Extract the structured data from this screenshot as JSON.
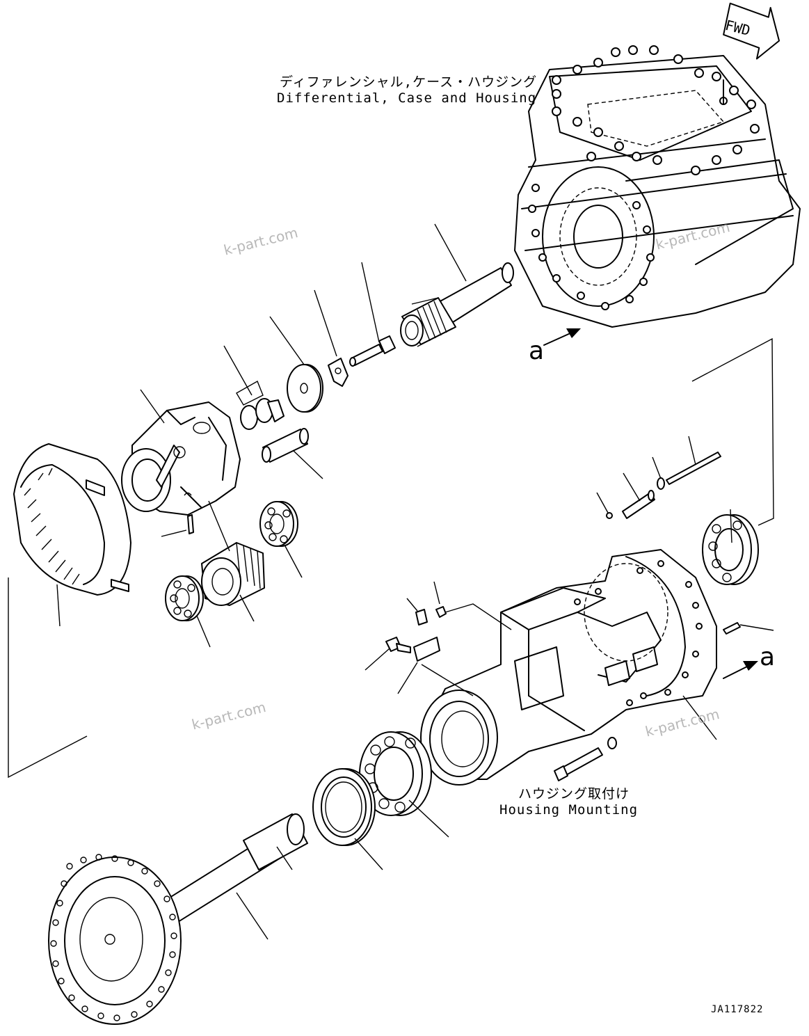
{
  "diagram": {
    "labels": {
      "differential_jp": "ディファレンシャル,ケース・ハウジング",
      "differential_en": "Differential, Case and Housing",
      "housing_mount_jp": "ハウジング取付け",
      "housing_mount_en": "Housing Mounting",
      "fwd": "FWD",
      "arrow_marker_top": "a",
      "arrow_marker_right": "a",
      "drawing_code": "JA117822"
    },
    "watermarks": [
      "k-part.com",
      "k-part.com",
      "k-part.com",
      "k-part.com"
    ],
    "colors": {
      "line": "#000000",
      "background": "#ffffff",
      "watermark": "#b8b8b8"
    }
  }
}
